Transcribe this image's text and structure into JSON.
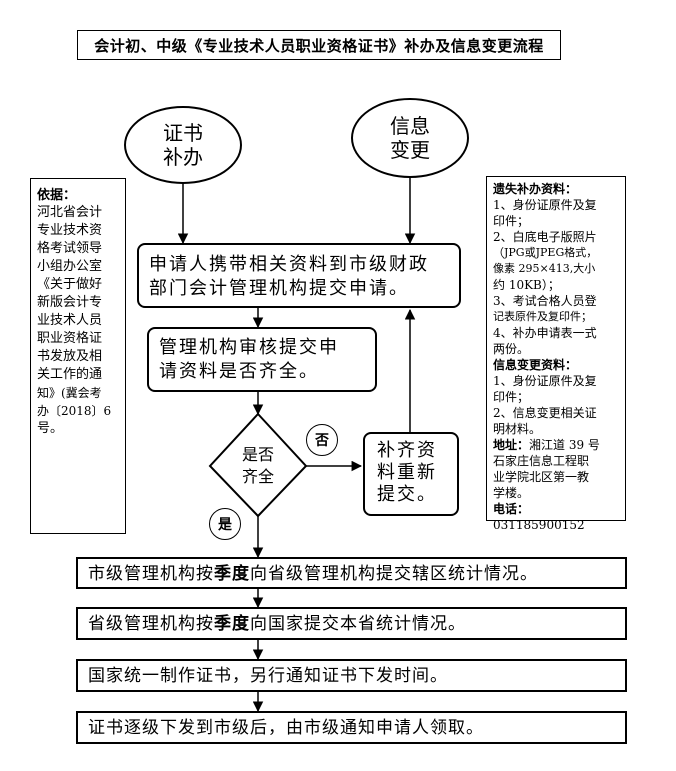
{
  "title": "会计初、中级《专业技术人员职业资格证书》补办及信息变更流程",
  "oval_left": {
    "line1": "证书",
    "line2": "补办"
  },
  "oval_right": {
    "line1": "信息",
    "line2": "变更"
  },
  "basis": {
    "heading": "依据：",
    "lines": [
      "河北省会计",
      "专业技术资",
      "格考试领导",
      "小组办公室",
      "《关于做好",
      "新版会计专",
      "业技术人员",
      "职业资格证",
      "书发放及相",
      "关工作的通",
      "知》(冀会考",
      "办〔2018〕6",
      "号。"
    ]
  },
  "materials": {
    "lost_heading": "遗失补办资料：",
    "lost_lines": [
      "1、身份证原件及复",
      "印件；",
      "2、白底电子版照片",
      "（JPG或JPEG格式，",
      "像素 295×413,大小",
      "约 10KB）；",
      "3、考试合格人员登",
      "记表原件及复印件；",
      "4、补办申请表一式",
      "两份。"
    ],
    "change_heading": "信息变更资料：",
    "change_lines": [
      "1、身份证原件及复",
      "印件；",
      "2、信息变更相关证",
      "明材料。"
    ],
    "address_label": "地址：",
    "address_lines": [
      "湘江道 39 号",
      "石家庄信息工程职",
      "业学院北区第一教",
      "学楼。"
    ],
    "phone_label": "电话：",
    "phone": "031185900152"
  },
  "step_apply": {
    "line1": "申请人携带相关资料到市级财政",
    "line2": "部门会计管理机构提交申请。"
  },
  "step_review": {
    "line1": "管理机构审核提交申",
    "line2": "请资料是否齐全。"
  },
  "decision": {
    "line1": "是否",
    "line2": "齐全"
  },
  "label_no": "否",
  "label_yes": "是",
  "step_resubmit": {
    "line1": "补齐资",
    "line2": "料重新",
    "line3": "提交。"
  },
  "step_city": {
    "pre": "市级管理机构按",
    "bold": "季度",
    "post": "向省级管理机构提交辖区统计情况。"
  },
  "step_province": {
    "pre": "省级管理机构按",
    "bold": "季度",
    "post": "向国家提交本省统计情况。"
  },
  "step_nation": "国家统一制作证书，另行通知证书下发时间。",
  "step_issue": "证书逐级下发到市级后，由市级通知申请人领取。"
}
